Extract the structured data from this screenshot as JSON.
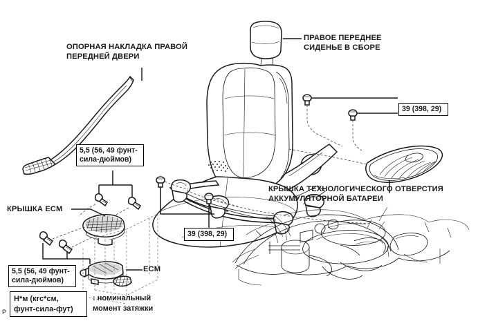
{
  "diagram": {
    "title_labels": {
      "scuff_plate": "ОПОРНАЯ НАКЛАДКА ПРАВОЙ\nПЕРЕДНЕЙ ДВЕРИ",
      "seat_assembly": "ПРАВОЕ ПЕРЕДНЕЕ\nСИДЕНЬЕ В СБОРЕ",
      "ecm_cover": "КРЫШКА ECM",
      "ecm": "ECM",
      "battery_cover": "КРЫШКА ТЕХНОЛОГИЧЕСКОГО ОТВЕРСТИЯ\nАККУМУЛЯТОРНОЙ БАТАРЕИ"
    },
    "torque_specs": {
      "scuff_plate": "5,5 (56, 49 фунт-\nсила-дюймов)",
      "ecm_cover": "5,5 (56, 49 фунт-\nсила-дюймов)",
      "seat_front": "39 (398, 29)",
      "seat_rear": "39 (398, 29)"
    },
    "legend": {
      "unit_box": "Н*м (кгс*см,\nфунт-сила-фут)",
      "description": ": номинальный\nмомент затяжки"
    },
    "corner_mark": "P",
    "colors": {
      "ink": "#1a1a1a",
      "paper": "#ffffff",
      "dashed_guide": "#555555",
      "bolt_fill": "#4a4a4a"
    },
    "icons": [
      "bolt-icon",
      "screw-icon",
      "seat-icon",
      "scuff-plate-icon",
      "ecm-cover-icon",
      "ecm-unit-icon",
      "battery-cover-icon",
      "engine-bay-icon"
    ]
  }
}
